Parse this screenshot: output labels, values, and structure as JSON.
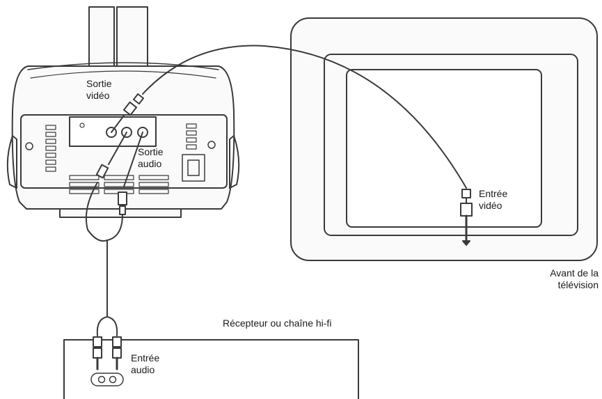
{
  "labels": {
    "sortie_video": [
      "Sortie",
      "vidéo"
    ],
    "sortie_audio": [
      "Sortie",
      "audio"
    ],
    "entree_video": [
      "Entrée",
      "vidéo"
    ],
    "avant_tv": [
      "Avant de la",
      "télévision"
    ],
    "recepteur": "Récepteur ou chaîne hi-fi",
    "entree_audio": [
      "Entrée",
      "audio"
    ]
  },
  "colors": {
    "line": "#3a3a3a",
    "device_fill": "#fafafa",
    "screen_fill": "#ffffff"
  }
}
